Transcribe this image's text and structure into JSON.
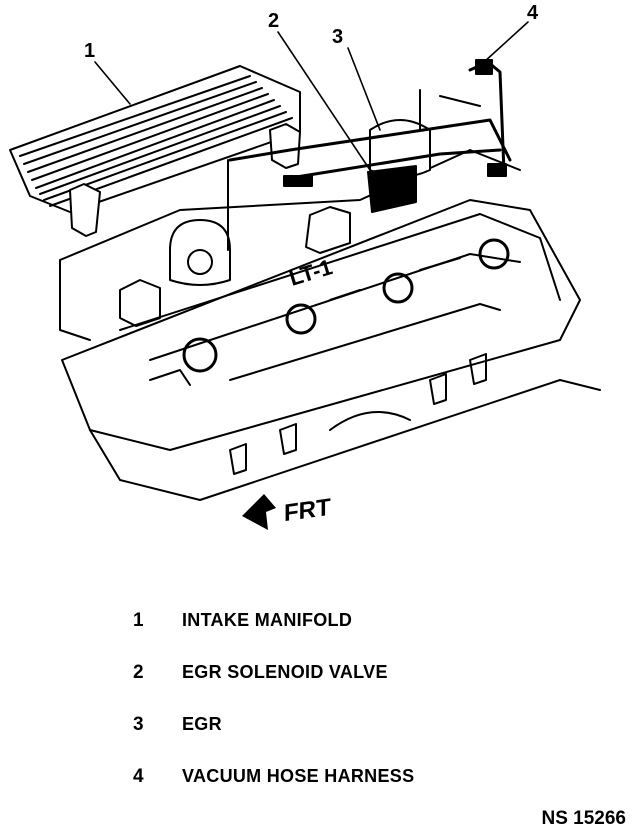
{
  "diagram": {
    "callouts": [
      "1",
      "2",
      "3",
      "4"
    ],
    "badge_text": "LT-1",
    "front_label": "FRT"
  },
  "legend": [
    {
      "num": "1",
      "text": "INTAKE MANIFOLD"
    },
    {
      "num": "2",
      "text": "EGR SOLENOID VALVE"
    },
    {
      "num": "3",
      "text": "EGR"
    },
    {
      "num": "4",
      "text": "VACUUM HOSE HARNESS"
    }
  ],
  "figure_id": "NS 15266"
}
